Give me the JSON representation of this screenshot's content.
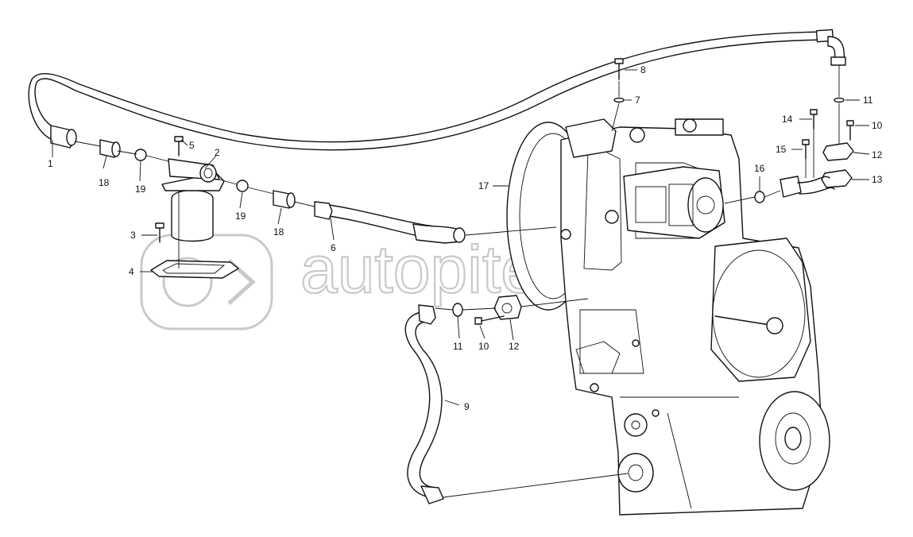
{
  "watermark": {
    "text": "autopiter.ru",
    "logo": "autopiter-logo"
  },
  "callouts": {
    "c1": "1",
    "c2": "2",
    "c3": "3",
    "c4": "4",
    "c5": "5",
    "c6": "6",
    "c7": "7",
    "c8": "8",
    "c9": "9",
    "c10a": "10",
    "c10b": "10",
    "c11a": "11",
    "c11b": "11",
    "c12a": "12",
    "c12b": "12",
    "c13": "13",
    "c14": "14",
    "c15": "15",
    "c16": "16",
    "c17": "17",
    "c18a": "18",
    "c18b": "18",
    "c19a": "19",
    "c19b": "19"
  },
  "colors": {
    "ink": "#111111",
    "watermark": "#c9c9c9",
    "background": "#ffffff"
  }
}
